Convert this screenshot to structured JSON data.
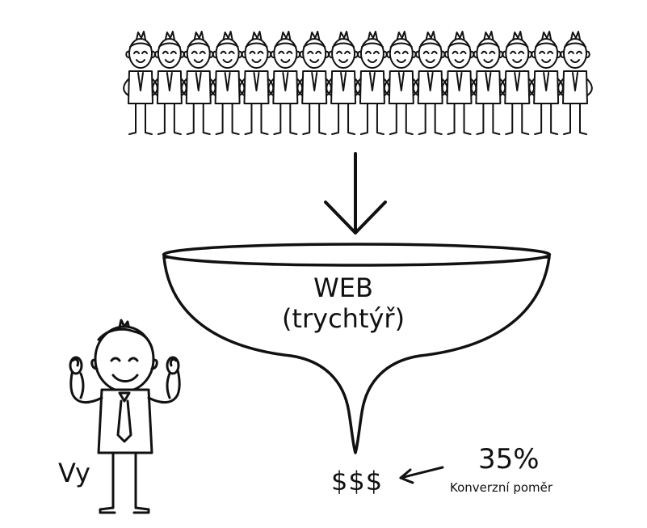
{
  "funnel": {
    "title": "WEB",
    "subtitle": "(trychtýř)"
  },
  "output": {
    "money": "$$$"
  },
  "conversion": {
    "rate": "35%",
    "label": "Konverzní poměr"
  },
  "person": {
    "label": "Vy"
  },
  "crowd": {
    "count": 16
  }
}
